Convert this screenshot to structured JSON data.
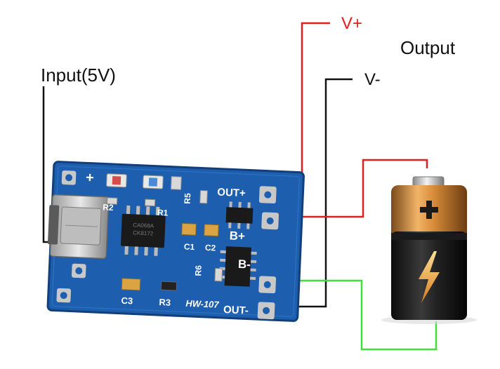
{
  "labels": {
    "input": "Input(5V)",
    "output": "Output",
    "v_plus": "V+",
    "v_minus": "V-"
  },
  "board": {
    "model": "HW-107",
    "pads": {
      "plus": "+",
      "out_plus": "OUT+",
      "b_plus": "B+",
      "b_minus": "B-",
      "out_minus": "OUT-"
    },
    "components": {
      "r2": "R2",
      "r1": "R1",
      "r5": "R5",
      "c1": "C1",
      "c2": "C2",
      "r6": "R6",
      "c3": "C3",
      "r3": "R3"
    },
    "chip_text": "CA068A\nCK8172"
  },
  "colors": {
    "board_blue": "#1d5fae",
    "wire_red": "#e02020",
    "wire_black": "#111111",
    "wire_green": "#3ee03e",
    "label_red": "#e02020"
  }
}
